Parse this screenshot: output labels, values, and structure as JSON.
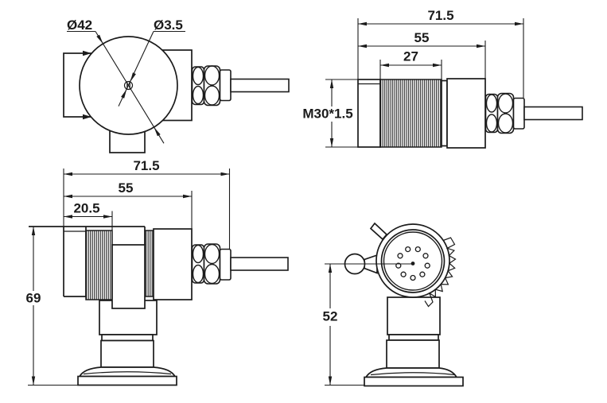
{
  "drawing": {
    "kind": "technical-dimension-drawing",
    "colors": {
      "line": "#1b1b1b",
      "background": "#ffffff"
    },
    "views": {
      "top": {
        "label_outer_diameter": "Ø42",
        "label_hole_diameter": "Ø3.5"
      },
      "side": {
        "label_overall_length": "71.5",
        "label_body_length": "55",
        "label_thread_length": "27",
        "label_thread_spec": "M30*1.5"
      },
      "mounted_side": {
        "label_overall_length": "71.5",
        "label_body_length": "55",
        "label_front_length": "20.5",
        "label_overall_height": "69"
      },
      "front": {
        "label_center_height": "52"
      }
    }
  }
}
